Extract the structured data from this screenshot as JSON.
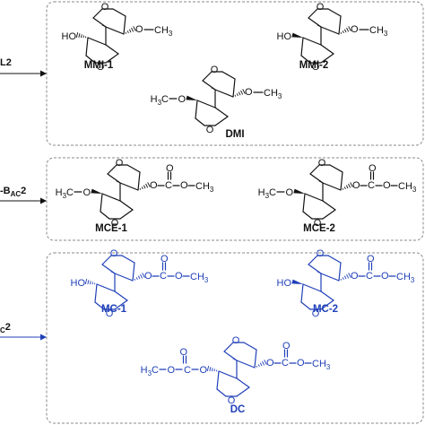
{
  "colors": {
    "black": "#111111",
    "blue": "#1f3fb8",
    "box_border": "#8a8a8a"
  },
  "arrows": [
    {
      "id": "arrow-top",
      "text": "L",
      "sub": "",
      "tail": "2",
      "color": "#111111"
    },
    {
      "id": "arrow-middle",
      "text": "-B",
      "sub": "AC",
      "tail": "2",
      "color": "#111111"
    },
    {
      "id": "arrow-bottom",
      "text": "",
      "sub": "C",
      "tail": "2",
      "color": "#1f3fb8"
    }
  ],
  "molecules": [
    {
      "label": "MMI-1",
      "color": "#111111",
      "left": "HO",
      "right": "O–CH3",
      "carbonate": false,
      "oh_bold": false
    },
    {
      "label": "MMI-2",
      "color": "#111111",
      "left": "HO",
      "right": "O–CH3",
      "carbonate": false,
      "oh_bold": true
    },
    {
      "label": "DMI",
      "color": "#111111",
      "left": "H3C–O",
      "right": "O–CH3",
      "carbonate": false,
      "oh_bold": false
    },
    {
      "label": "MCE-1",
      "color": "#111111",
      "left": "H3C–O",
      "right": "O–C(=O)–O–CH3",
      "carbonate": true,
      "oh_bold": false
    },
    {
      "label": "MCE-2",
      "color": "#111111",
      "left": "H3C–O",
      "right": "O–C(=O)–O–CH3",
      "carbonate": true,
      "oh_bold": false
    },
    {
      "label": "MC-1",
      "color": "#1f3fb8",
      "left": "HO",
      "right": "O–C(=O)–O–CH3",
      "carbonate": true,
      "oh_bold": false
    },
    {
      "label": "MC-2",
      "color": "#1f3fb8",
      "left": "HO",
      "right": "O–C(=O)–O–CH3",
      "carbonate": true,
      "oh_bold": true
    },
    {
      "label": "DC",
      "color": "#1f3fb8",
      "left": "H3C–O–C(=O)–O",
      "right": "O–C(=O)–O–CH3",
      "carbonate": true,
      "oh_bold": false
    }
  ]
}
